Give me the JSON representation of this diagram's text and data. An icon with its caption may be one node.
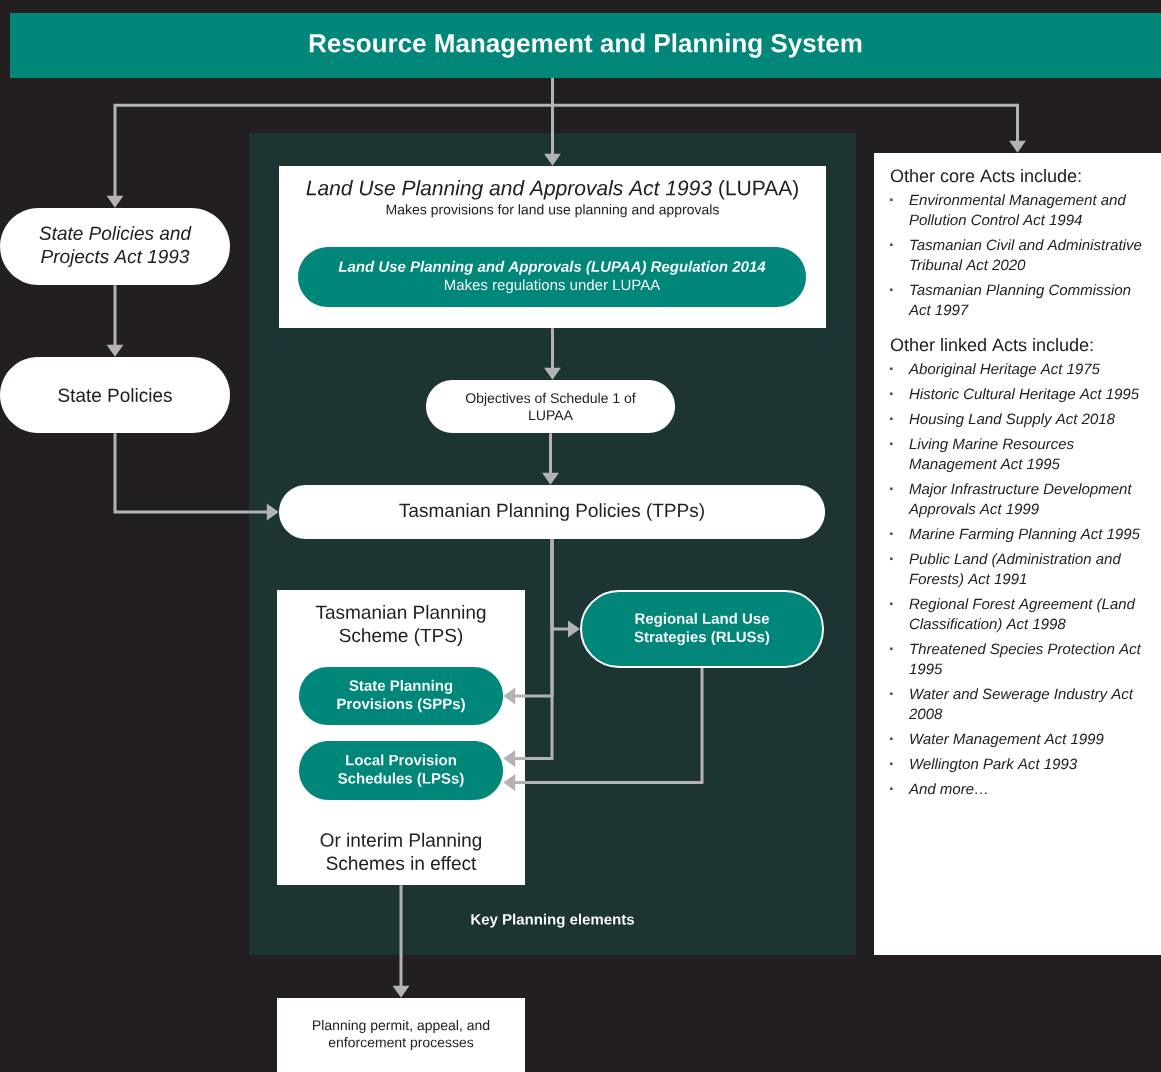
{
  "diagram": {
    "nodes": [
      {
        "text": [
          "Resource Management and Planning System"
        ]
      },
      {
        "text": [
          "Key Planning elements"
        ]
      },
      {
        "text": [
          "*Land Use Planning and Approvals Act 1993* (LUPAA)",
          "Makes provisions for land use planning and approvals"
        ],
        "in": 1
      },
      {
        "text": [
          "Land Use Planning and Approvals (LUPAA) Regulation 2014",
          "Makes regulations under LUPAA"
        ],
        "in": 2
      },
      {
        "text": [
          "Objectives of Schedule 1 of LUPAA"
        ],
        "in": 1
      },
      {
        "text": [
          "Tasmanian Planning Policies (TPPs)"
        ],
        "in": 1
      },
      {
        "text": [
          "Tasmanian Planning Scheme (TPS)",
          "Or interim Planning Schemes in effect"
        ],
        "in": 1
      },
      {
        "text": [
          "State Planning Provisions (SPPs)"
        ],
        "in": 6
      },
      {
        "text": [
          "Local Provision Schedules (LPSs)"
        ],
        "in": 6
      },
      {
        "text": [
          "Regional Land Use Strategies (RLUSs)"
        ],
        "in": 1
      },
      {
        "text": [
          "State Policies and Projects Act 1993"
        ]
      },
      {
        "text": [
          "State Policies"
        ]
      },
      {
        "text": [
          "Other core Acts include:",
          "Environmental Management and Pollution Control Act 1994",
          "Tasmanian Civil and Administrative Tribunal Act 2020",
          "Tasmanian Planning Commission Act 1997",
          "Other linked Acts include:",
          "Aboriginal Heritage Act 1975",
          "Historic Cultural Heritage Act 1995",
          "Housing Land Supply Act 2018",
          "Living Marine Resources Management Act 1995",
          "Major Infrastructure Development Approvals Act 1999",
          "Marine Farming Planning Act 1995",
          "Public Land (Administration and Forests) Act 1991",
          "Regional Forest Agreement (Land Classification) Act 1998",
          "Threatened Species Protection Act 1995",
          "Water and Sewerage Industry Act 2008",
          "Water Management Act 1999",
          "Wellington Park Act 1993",
          "And more…"
        ]
      },
      {
        "text": [
          "Planning permit, appeal, and enforcement processes"
        ]
      }
    ],
    "edges": [
      {
        "from": 0,
        "to": 10,
        "arrow": "to"
      },
      {
        "from": 0,
        "to": 2,
        "arrow": "to"
      },
      {
        "from": 0,
        "to": 12,
        "arrow": "to"
      },
      {
        "from": 10,
        "to": 11,
        "arrow": "to"
      },
      {
        "from": 2,
        "to": 4,
        "arrow": "to"
      },
      {
        "from": 4,
        "to": 5,
        "arrow": "to"
      },
      {
        "from": 11,
        "to": 5,
        "arrow": "to"
      },
      {
        "from": 5,
        "to": 9,
        "arrow": "to"
      },
      {
        "from": 5,
        "to": 7,
        "arrow": "to"
      },
      {
        "from": 5,
        "to": 8,
        "arrow": "to"
      },
      {
        "from": 9,
        "to": 8,
        "arrow": "to"
      },
      {
        "from": 6,
        "to": 13,
        "arrow": "to"
      }
    ]
  }
}
